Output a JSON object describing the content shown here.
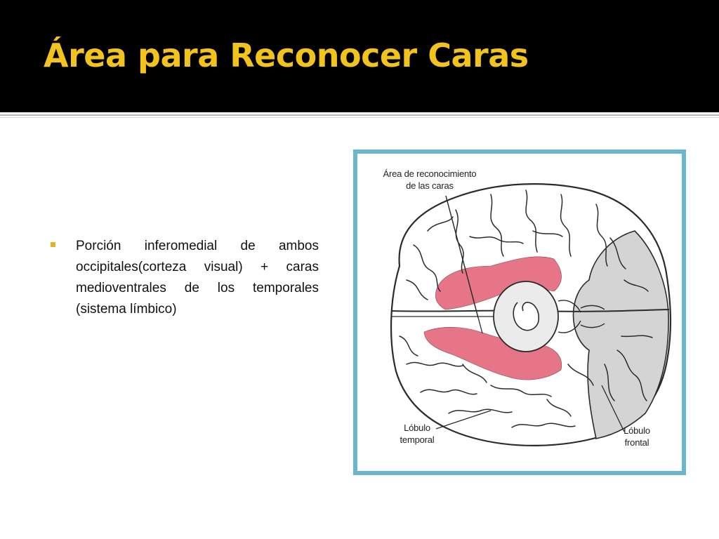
{
  "slide": {
    "title": "Área para Reconocer Caras",
    "bullets": [
      {
        "text": "Porción inferomedial de ambos occipitales(corteza visual) + caras medioventrales de los temporales (sistema límbico)"
      }
    ]
  },
  "figure": {
    "labels": {
      "area_line1": "Área de reconocimiento",
      "area_line2": "de las caras",
      "temporal_line1": "Lóbulo",
      "temporal_line2": "temporal",
      "frontal_line1": "Lóbulo",
      "frontal_line2": "frontal"
    }
  },
  "colors": {
    "title_bg": "#000000",
    "title_text": "#f2c31b",
    "frame": "#6bb6cf",
    "face_area": "#e46a7e",
    "frontal_shade": "#d4d4d4"
  }
}
